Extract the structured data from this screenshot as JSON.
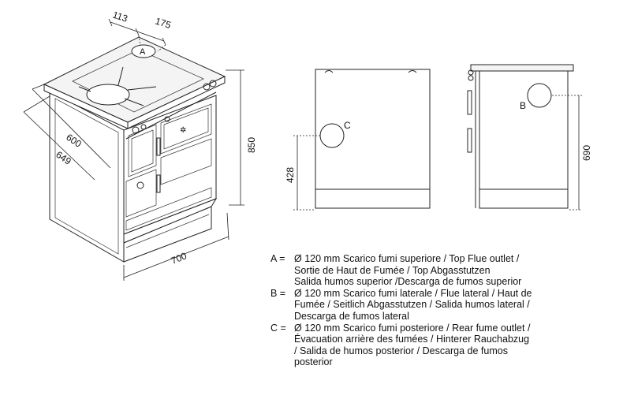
{
  "dimensions": {
    "top_w1": "113",
    "top_w2": "175",
    "depth1": "600",
    "depth2": "649",
    "height": "850",
    "width": "700",
    "flue_c_height": "428",
    "flue_b_height": "690"
  },
  "markers": {
    "a": "A",
    "b": "B",
    "c": "C"
  },
  "legend": [
    {
      "key": "A =",
      "lines": [
        "Ø 120 mm  Scarico fumi superiore / Top Flue outlet /",
        "Sortie de Haut de Fumée / Top Abgasstutzen",
        "Salida humos superior /Descarga de fumos superior"
      ]
    },
    {
      "key": "B =",
      "lines": [
        "Ø 120 mm  Scarico fumi laterale / Flue lateral / Haut de",
        "Fumée / Seitlich Abgasstutzen / Salida humos lateral /",
        "Descarga de fumos lateral"
      ]
    },
    {
      "key": "C =",
      "lines": [
        "Ø 120 mm  Scarico fumi posteriore / Rear fume outlet /",
        "Évacuation arrière des fumées / Hinterer Rauchabzug",
        "/ Salida de humos posterior / Descarga de fumos",
        "posterior"
      ]
    }
  ]
}
